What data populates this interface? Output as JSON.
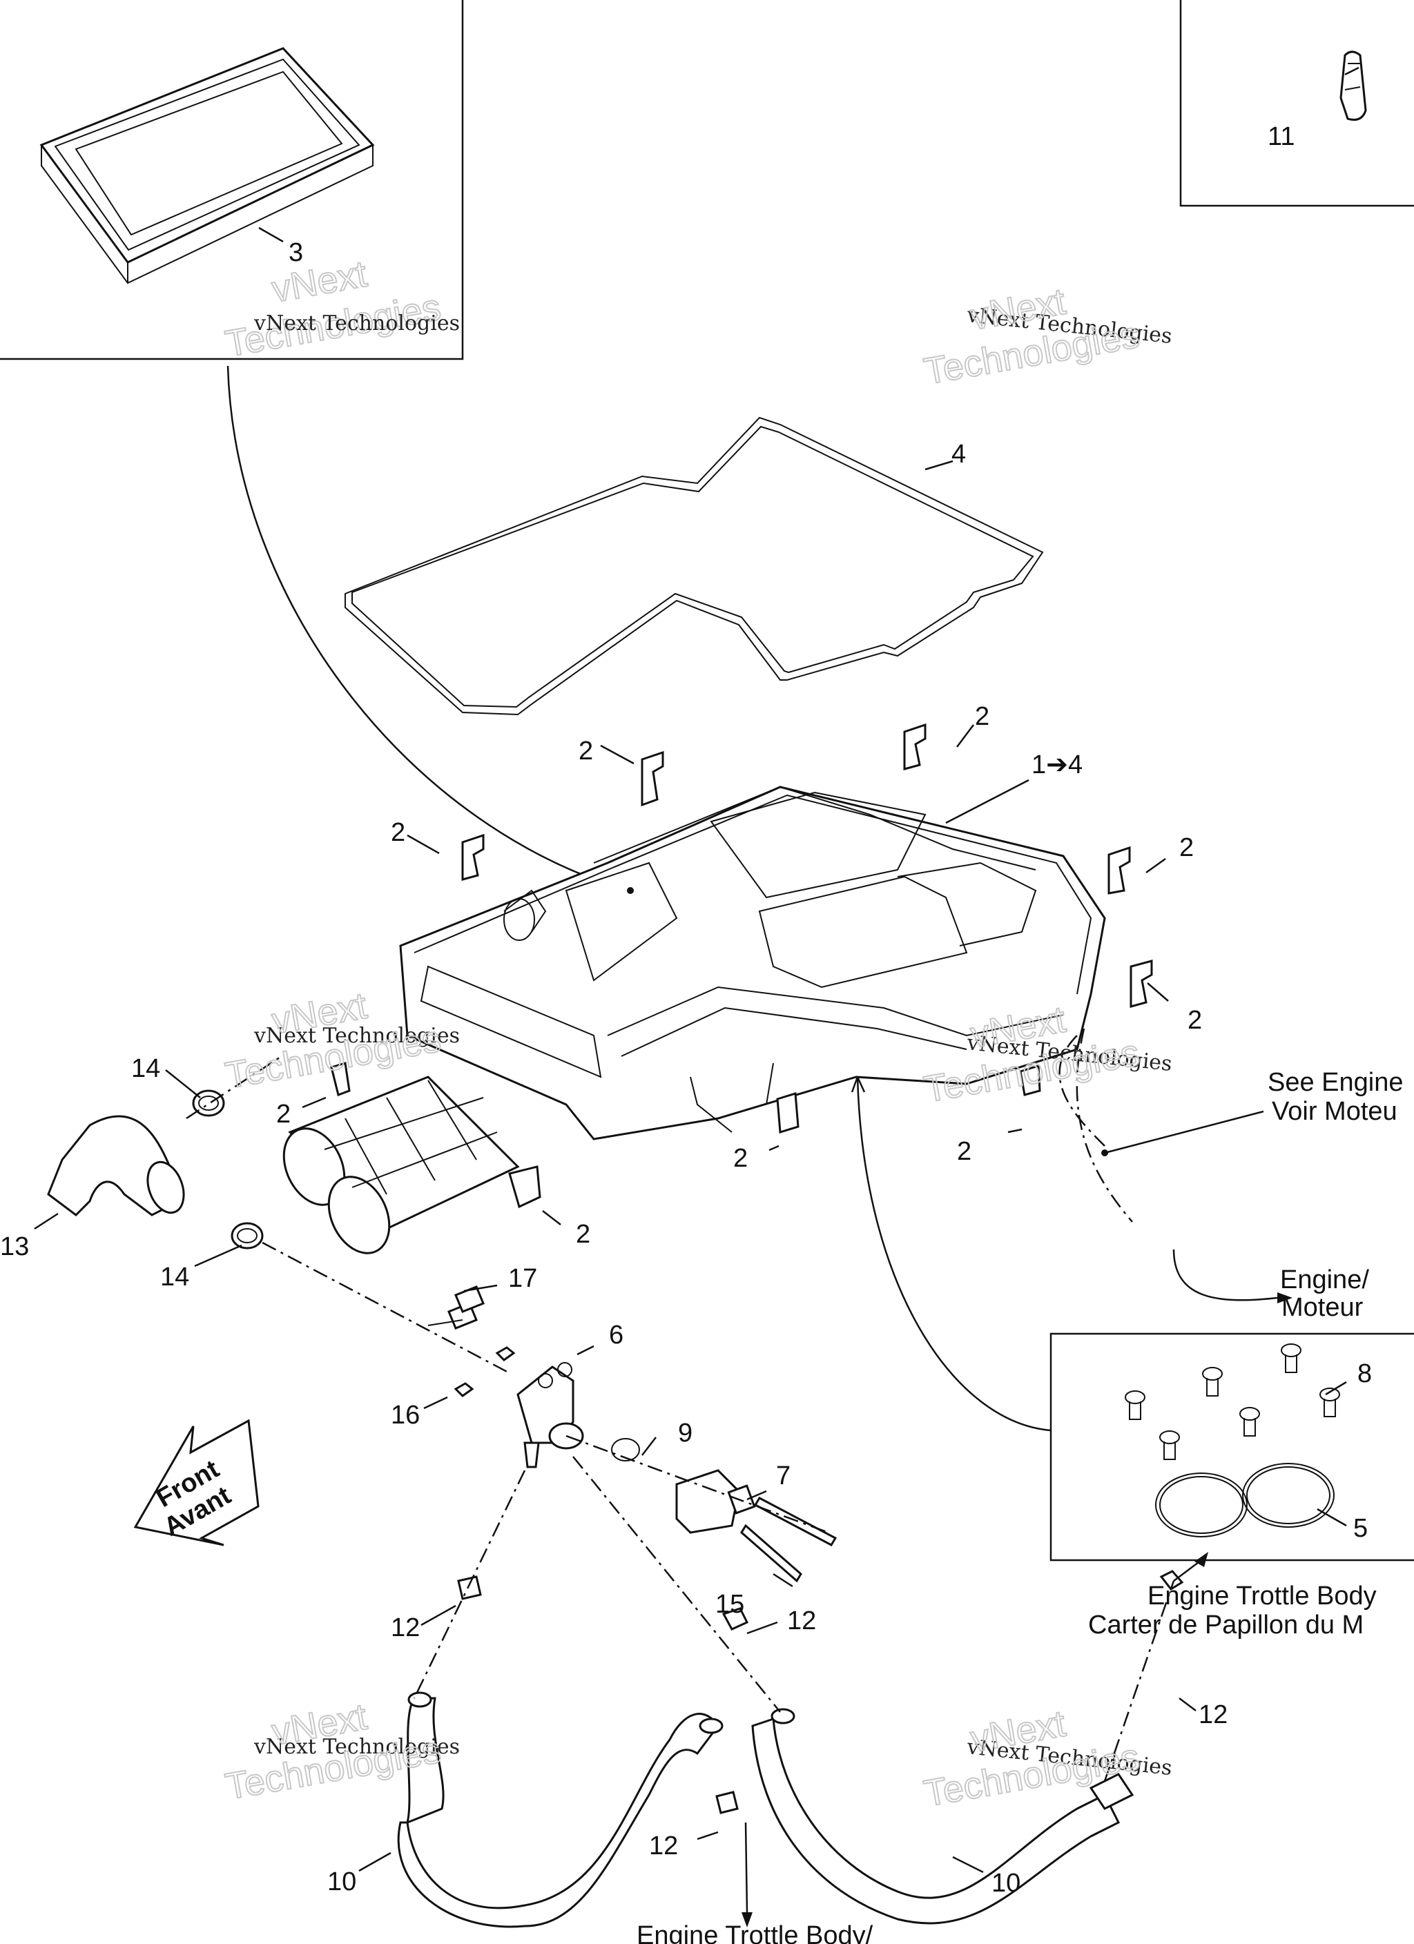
{
  "callouts": [
    {
      "id": "c3",
      "text": "3"
    },
    {
      "id": "c11",
      "text": "11"
    },
    {
      "id": "c4",
      "text": "4"
    },
    {
      "id": "c14a",
      "text": "1➔4"
    },
    {
      "id": "c2a",
      "text": "2"
    },
    {
      "id": "c2b",
      "text": "2"
    },
    {
      "id": "c2c",
      "text": "2"
    },
    {
      "id": "c2d",
      "text": "2"
    },
    {
      "id": "c2e",
      "text": "2"
    },
    {
      "id": "c2f",
      "text": "2"
    },
    {
      "id": "c2g",
      "text": "2"
    },
    {
      "id": "c2h",
      "text": "2"
    },
    {
      "id": "c2i",
      "text": "2"
    },
    {
      "id": "c14b",
      "text": "14"
    },
    {
      "id": "c13",
      "text": "13"
    },
    {
      "id": "c14c",
      "text": "14"
    },
    {
      "id": "c17",
      "text": "17"
    },
    {
      "id": "c6",
      "text": "6"
    },
    {
      "id": "c16",
      "text": "16"
    },
    {
      "id": "c9",
      "text": "9"
    },
    {
      "id": "c7",
      "text": "7"
    },
    {
      "id": "c15",
      "text": "15"
    },
    {
      "id": "c8",
      "text": "8"
    },
    {
      "id": "c5",
      "text": "5"
    },
    {
      "id": "c12a",
      "text": "12"
    },
    {
      "id": "c12b",
      "text": "12"
    },
    {
      "id": "c12c",
      "text": "12"
    },
    {
      "id": "c12d",
      "text": "12"
    },
    {
      "id": "c10a",
      "text": "10"
    },
    {
      "id": "c10b",
      "text": "10"
    }
  ],
  "annotations": {
    "see_engine_1": "See Engine",
    "see_engine_2": "Voir Moteu",
    "engine_1": "Engine/",
    "engine_2": "Moteur",
    "throttle_right_1": "Engine Trottle Body",
    "throttle_right_2": "Carter de Papillon du M",
    "throttle_bottom_1": "Engine Trottle Body/"
  },
  "front_arrow": {
    "line1": "Front",
    "line2": "Avant"
  },
  "watermark": {
    "line1": "vNext Technologies",
    "outline_top": "vNext",
    "outline_bottom": "Technologies"
  },
  "colors": {
    "ink": "#111111",
    "watermark": "#c8c8c8",
    "background": "#ffffff"
  }
}
